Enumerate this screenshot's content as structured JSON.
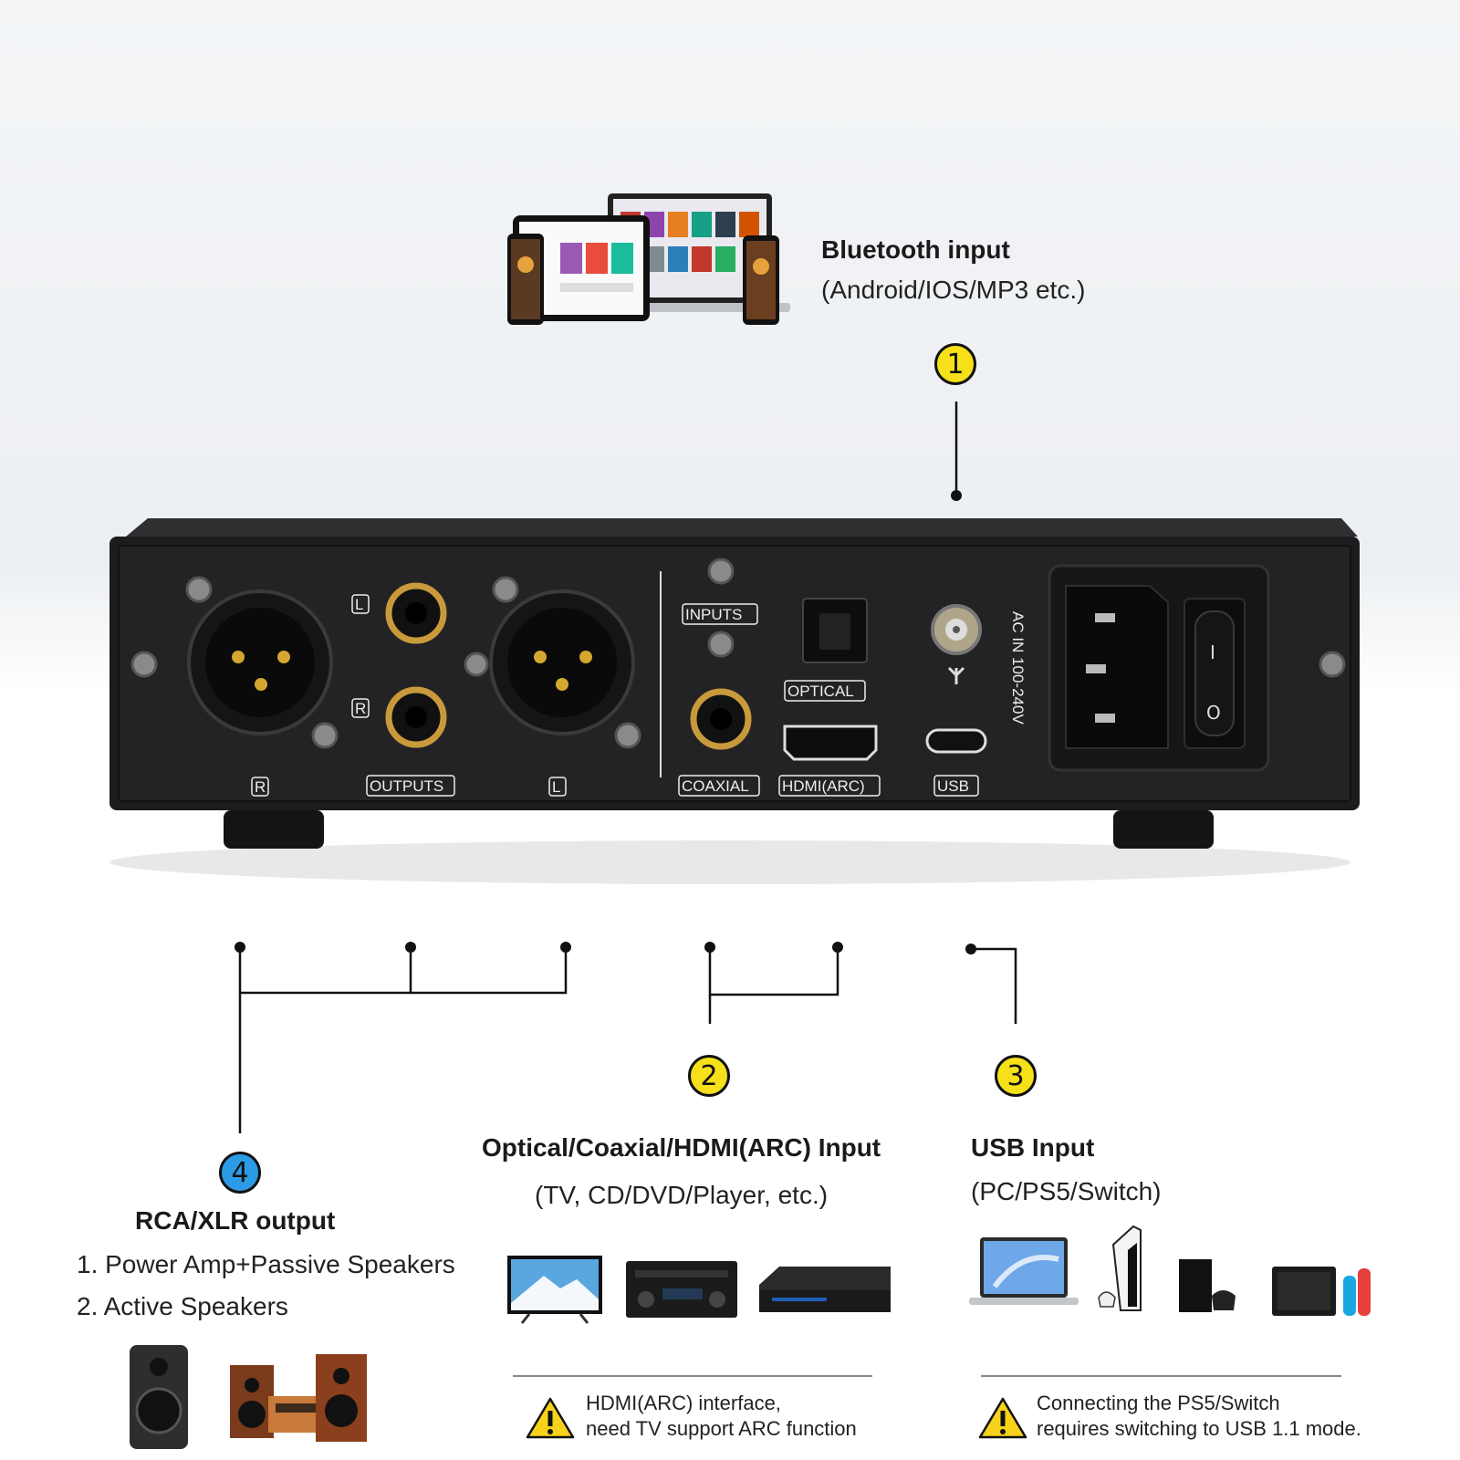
{
  "bluetooth": {
    "number": "1",
    "title": "Bluetooth input",
    "subtitle": "(Android/IOS/MP3 etc.)"
  },
  "digital": {
    "number": "2",
    "title": "Optical/Coaxial/HDMI(ARC) Input",
    "subtitle": "(TV, CD/DVD/Player, etc.)"
  },
  "usb": {
    "number": "3",
    "title": "USB Input",
    "subtitle": "(PC/PS5/Switch)"
  },
  "output": {
    "number": "4",
    "title": "RCA/XLR output",
    "line1": "1. Power Amp+Passive Speakers",
    "line2": "2. Active Speakers"
  },
  "panel": {
    "outputs": "OUTPUTS",
    "inputs": "INPUTS",
    "optical": "OPTICAL",
    "coaxial": "COAXIAL",
    "hdmi": "HDMI(ARC)",
    "usb": "USB",
    "ac": "AC IN 100-240V",
    "r": "R",
    "l": "L",
    "on": "I",
    "off": "O"
  },
  "warnings": {
    "hdmi": {
      "line1": "HDMI(ARC) interface,",
      "line2": "need TV support ARC function"
    },
    "usb": {
      "line1": "Connecting the PS5/Switch",
      "line2": "requires switching to USB 1.1 mode."
    }
  },
  "colors": {
    "badge_yellow": "#f5e01a",
    "badge_blue": "#2b9be6",
    "device_body": "#1c1c1e",
    "warning_yellow": "#f7d21b"
  }
}
